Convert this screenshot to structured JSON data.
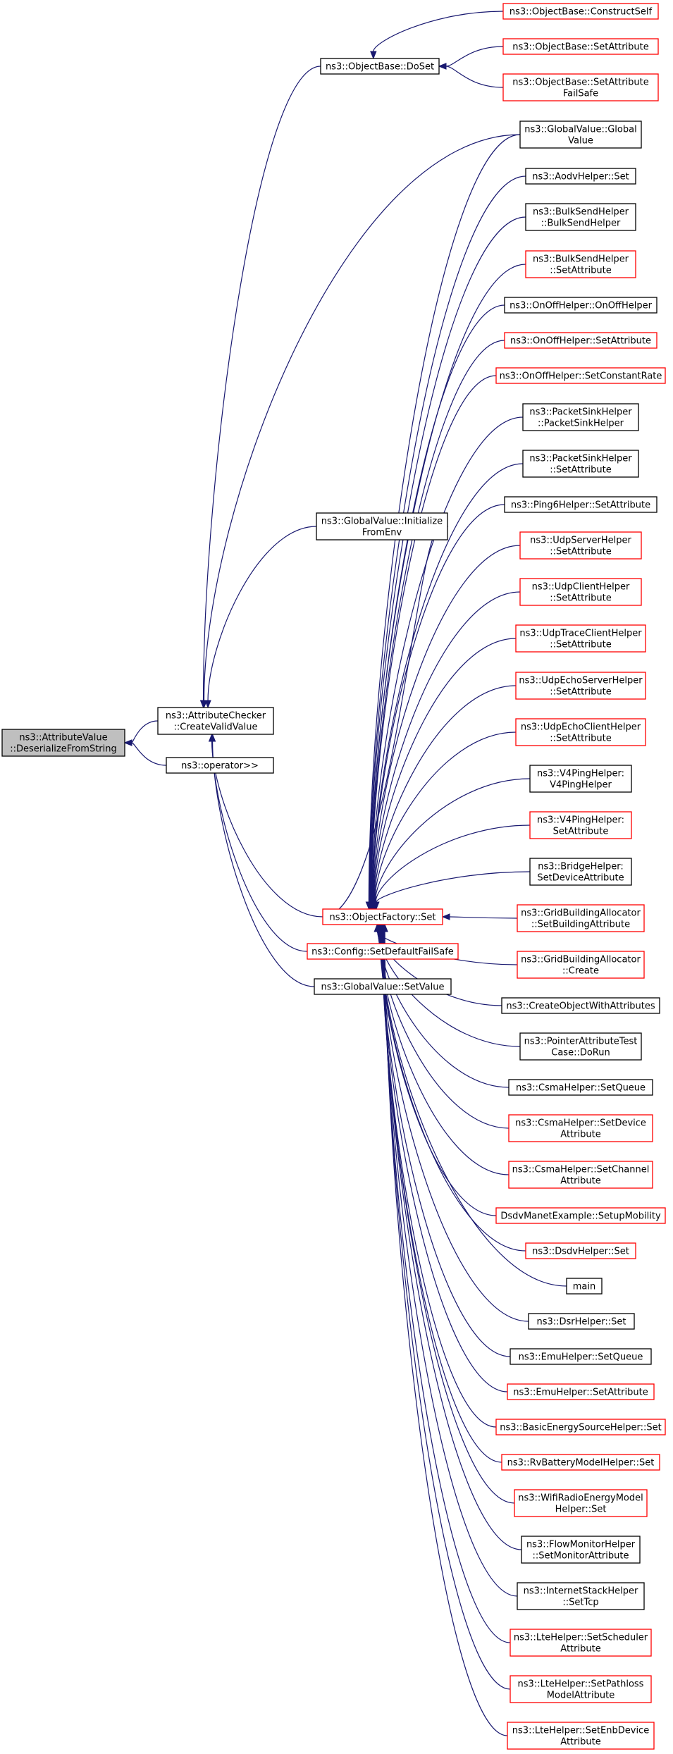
{
  "colors": {
    "edge": "#191970",
    "border_black": "#000000",
    "border_red": "#ff0000",
    "root_fill": "#bfbfbf"
  },
  "nodes": [
    {
      "id": "root",
      "lines": [
        "ns3::AttributeValue",
        "::DeserializeFromString"
      ],
      "border": "black",
      "root": true
    },
    {
      "id": "checker",
      "lines": [
        "ns3::AttributeChecker",
        "::CreateValidValue"
      ],
      "border": "black"
    },
    {
      "id": "operator",
      "lines": [
        "ns3::operator>>"
      ],
      "border": "black"
    },
    {
      "id": "doset",
      "lines": [
        "ns3::ObjectBase::DoSet"
      ],
      "border": "black"
    },
    {
      "id": "initenv",
      "lines": [
        "ns3::GlobalValue::Initialize",
        "FromEnv"
      ],
      "border": "black"
    },
    {
      "id": "ofset",
      "lines": [
        "ns3::ObjectFactory::Set"
      ],
      "border": "red"
    },
    {
      "id": "cfgdef",
      "lines": [
        "ns3::Config::SetDefaultFailSafe"
      ],
      "border": "red"
    },
    {
      "id": "gvset",
      "lines": [
        "ns3::GlobalValue::SetValue"
      ],
      "border": "black"
    },
    {
      "id": "constructself",
      "lines": [
        "ns3::ObjectBase::ConstructSelf"
      ],
      "border": "red"
    },
    {
      "id": "obsetattr",
      "lines": [
        "ns3::ObjectBase::SetAttribute"
      ],
      "border": "red"
    },
    {
      "id": "obsetattrfs",
      "lines": [
        "ns3::ObjectBase::SetAttribute",
        "FailSafe"
      ],
      "border": "red"
    },
    {
      "id": "gvglobal",
      "lines": [
        "ns3::GlobalValue::Global",
        "Value"
      ],
      "border": "black"
    },
    {
      "id": "aodv",
      "lines": [
        "ns3::AodvHelper::Set"
      ],
      "border": "black"
    },
    {
      "id": "bulkctor",
      "lines": [
        "ns3::BulkSendHelper",
        "::BulkSendHelper"
      ],
      "border": "black"
    },
    {
      "id": "bulkattr",
      "lines": [
        "ns3::BulkSendHelper",
        "::SetAttribute"
      ],
      "border": "red"
    },
    {
      "id": "onoffctor",
      "lines": [
        "ns3::OnOffHelper::OnOffHelper"
      ],
      "border": "black"
    },
    {
      "id": "onoffattr",
      "lines": [
        "ns3::OnOffHelper::SetAttribute"
      ],
      "border": "red"
    },
    {
      "id": "onoffrate",
      "lines": [
        "ns3::OnOffHelper::SetConstantRate"
      ],
      "border": "red"
    },
    {
      "id": "pktsinkctor",
      "lines": [
        "ns3::PacketSinkHelper",
        "::PacketSinkHelper"
      ],
      "border": "black"
    },
    {
      "id": "pktsinkattr",
      "lines": [
        "ns3::PacketSinkHelper",
        "::SetAttribute"
      ],
      "border": "black"
    },
    {
      "id": "ping6",
      "lines": [
        "ns3::Ping6Helper::SetAttribute"
      ],
      "border": "black"
    },
    {
      "id": "udpserver",
      "lines": [
        "ns3::UdpServerHelper",
        "::SetAttribute"
      ],
      "border": "red"
    },
    {
      "id": "udpclient",
      "lines": [
        "ns3::UdpClientHelper",
        "::SetAttribute"
      ],
      "border": "red"
    },
    {
      "id": "udptrace",
      "lines": [
        "ns3::UdpTraceClientHelper",
        "::SetAttribute"
      ],
      "border": "red"
    },
    {
      "id": "udpechoserver",
      "lines": [
        "ns3::UdpEchoServerHelper",
        "::SetAttribute"
      ],
      "border": "red"
    },
    {
      "id": "udpechoclient",
      "lines": [
        "ns3::UdpEchoClientHelper",
        "::SetAttribute"
      ],
      "border": "red"
    },
    {
      "id": "v4pingctor",
      "lines": [
        "ns3::V4PingHelper:",
        "V4PingHelper"
      ],
      "border": "black"
    },
    {
      "id": "v4pingattr",
      "lines": [
        "ns3::V4PingHelper:",
        "SetAttribute"
      ],
      "border": "red"
    },
    {
      "id": "bridge",
      "lines": [
        "ns3::BridgeHelper:",
        "SetDeviceAttribute"
      ],
      "border": "black"
    },
    {
      "id": "gridsetbuild",
      "lines": [
        "ns3::GridBuildingAllocator",
        "::SetBuildingAttribute"
      ],
      "border": "red"
    },
    {
      "id": "gridcreate",
      "lines": [
        "ns3::GridBuildingAllocator",
        "::Create"
      ],
      "border": "red"
    },
    {
      "id": "createobj",
      "lines": [
        "ns3::CreateObjectWithAttributes"
      ],
      "border": "black"
    },
    {
      "id": "pointertest",
      "lines": [
        "ns3::PointerAttributeTest",
        "Case::DoRun"
      ],
      "border": "black"
    },
    {
      "id": "csmaqueue",
      "lines": [
        "ns3::CsmaHelper::SetQueue"
      ],
      "border": "black"
    },
    {
      "id": "csmadevattr",
      "lines": [
        "ns3::CsmaHelper::SetDevice",
        "Attribute"
      ],
      "border": "red"
    },
    {
      "id": "csmachanattr",
      "lines": [
        "ns3::CsmaHelper::SetChannel",
        "Attribute"
      ],
      "border": "red"
    },
    {
      "id": "dsdvmanet",
      "lines": [
        "DsdvManetExample::SetupMobility"
      ],
      "border": "red"
    },
    {
      "id": "dsdvset",
      "lines": [
        "ns3::DsdvHelper::Set"
      ],
      "border": "red"
    },
    {
      "id": "main",
      "lines": [
        "main"
      ],
      "border": "black"
    },
    {
      "id": "dsrset",
      "lines": [
        "ns3::DsrHelper::Set"
      ],
      "border": "black"
    },
    {
      "id": "emuqueue",
      "lines": [
        "ns3::EmuHelper::SetQueue"
      ],
      "border": "black"
    },
    {
      "id": "emuattr",
      "lines": [
        "ns3::EmuHelper::SetAttribute"
      ],
      "border": "red"
    },
    {
      "id": "basicenergy",
      "lines": [
        "ns3::BasicEnergySourceHelper::Set"
      ],
      "border": "red"
    },
    {
      "id": "rvbattery",
      "lines": [
        "ns3::RvBatteryModelHelper::Set"
      ],
      "border": "red"
    },
    {
      "id": "wifiradio",
      "lines": [
        "ns3::WifiRadioEnergyModel",
        "Helper::Set"
      ],
      "border": "red"
    },
    {
      "id": "flowmon",
      "lines": [
        "ns3::FlowMonitorHelper",
        "::SetMonitorAttribute"
      ],
      "border": "black"
    },
    {
      "id": "inetstack",
      "lines": [
        "ns3::InternetStackHelper",
        "::SetTcp"
      ],
      "border": "black"
    },
    {
      "id": "ltesched",
      "lines": [
        "ns3::LteHelper::SetScheduler",
        "Attribute"
      ],
      "border": "red"
    },
    {
      "id": "ltepathloss",
      "lines": [
        "ns3::LteHelper::SetPathloss",
        "ModelAttribute"
      ],
      "border": "red"
    },
    {
      "id": "lteenb",
      "lines": [
        "ns3::LteHelper::SetEnbDevice",
        "Attribute"
      ],
      "border": "red"
    }
  ],
  "edges": [
    [
      "checker",
      "root"
    ],
    [
      "operator",
      "root"
    ],
    [
      "doset",
      "checker"
    ],
    [
      "initenv",
      "checker"
    ],
    [
      "ofset",
      "checker"
    ],
    [
      "cfgdef",
      "checker"
    ],
    [
      "gvset",
      "checker"
    ],
    [
      "gvglobal",
      "checker"
    ],
    [
      "constructself",
      "doset"
    ],
    [
      "obsetattr",
      "doset"
    ],
    [
      "obsetattrfs",
      "doset"
    ],
    [
      "ofset",
      "initenv"
    ],
    [
      "gvglobal",
      "ofset"
    ],
    [
      "aodv",
      "ofset"
    ],
    [
      "bulkctor",
      "ofset"
    ],
    [
      "bulkattr",
      "ofset"
    ],
    [
      "onoffctor",
      "ofset"
    ],
    [
      "onoffattr",
      "ofset"
    ],
    [
      "onoffrate",
      "ofset"
    ],
    [
      "pktsinkctor",
      "ofset"
    ],
    [
      "pktsinkattr",
      "ofset"
    ],
    [
      "ping6",
      "ofset"
    ],
    [
      "udpserver",
      "ofset"
    ],
    [
      "udpclient",
      "ofset"
    ],
    [
      "udptrace",
      "ofset"
    ],
    [
      "udpechoserver",
      "ofset"
    ],
    [
      "udpechoclient",
      "ofset"
    ],
    [
      "v4pingctor",
      "ofset"
    ],
    [
      "v4pingattr",
      "ofset"
    ],
    [
      "bridge",
      "ofset"
    ],
    [
      "gridsetbuild",
      "ofset"
    ],
    [
      "gridcreate",
      "ofset"
    ],
    [
      "createobj",
      "ofset"
    ],
    [
      "pointertest",
      "ofset"
    ],
    [
      "csmaqueue",
      "ofset"
    ],
    [
      "csmadevattr",
      "ofset"
    ],
    [
      "csmachanattr",
      "ofset"
    ],
    [
      "dsdvmanet",
      "ofset"
    ],
    [
      "dsdvset",
      "ofset"
    ],
    [
      "main",
      "ofset"
    ],
    [
      "dsrset",
      "ofset"
    ],
    [
      "emuqueue",
      "ofset"
    ],
    [
      "emuattr",
      "ofset"
    ],
    [
      "basicenergy",
      "ofset"
    ],
    [
      "rvbattery",
      "ofset"
    ],
    [
      "wifiradio",
      "ofset"
    ],
    [
      "flowmon",
      "ofset"
    ],
    [
      "inetstack",
      "ofset"
    ],
    [
      "ltesched",
      "ofset"
    ],
    [
      "ltepathloss",
      "ofset"
    ],
    [
      "lteenb",
      "ofset"
    ]
  ]
}
